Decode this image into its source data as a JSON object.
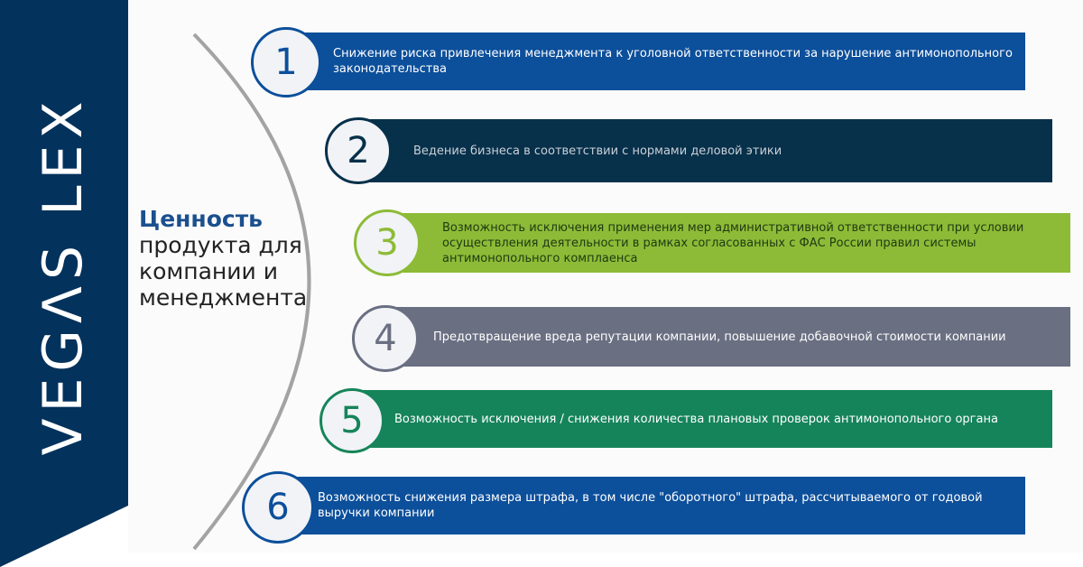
{
  "brand": {
    "name": "VEGΛS LEX",
    "color": "#03325c"
  },
  "heading": {
    "strong": "Ценность",
    "lines": [
      "продукта для",
      "компании и",
      "менеджмента"
    ],
    "strong_color": "#1b4f8e"
  },
  "items": [
    {
      "number": "1",
      "text": "Снижение риска привлечения менеджмента к уголовной ответственности за нарушение антимонопольного законодательства",
      "bar_color": "#0c4f9b",
      "ring_color": "#0c4f9b",
      "text_color": "#ffffff"
    },
    {
      "number": "2",
      "text": "Ведение бизнеса в соответствии с нормами деловой этики",
      "bar_color": "#07304a",
      "ring_color": "#07304a",
      "text_color": "#c9d0d8"
    },
    {
      "number": "3",
      "text": "Возможность исключения применения мер административной ответственности при условии осуществления деятельности в рамках согласованных с ФАС России правил системы антимонопольного комплаенса",
      "bar_color": "#8dbb37",
      "ring_color": "#8dbb37",
      "text_color": "#1f3a12"
    },
    {
      "number": "4",
      "text": "Предотвращение вреда репутации компании, повышение добавочной стоимости компании",
      "bar_color": "#6a6f82",
      "ring_color": "#6a6f82",
      "text_color": "#ffffff"
    },
    {
      "number": "5",
      "text": "Возможность исключения / снижения количества плановых проверок антимонопольного органа",
      "bar_color": "#16845a",
      "ring_color": "#16845a",
      "text_color": "#ffffff"
    },
    {
      "number": "6",
      "text": "Возможность снижения размера штрафа, в том числе \"оборотного\" штрафа, рассчитываемого от годовой выручки компании",
      "bar_color": "#0c4f9b",
      "ring_color": "#0c4f9b",
      "text_color": "#ffffff"
    }
  ]
}
